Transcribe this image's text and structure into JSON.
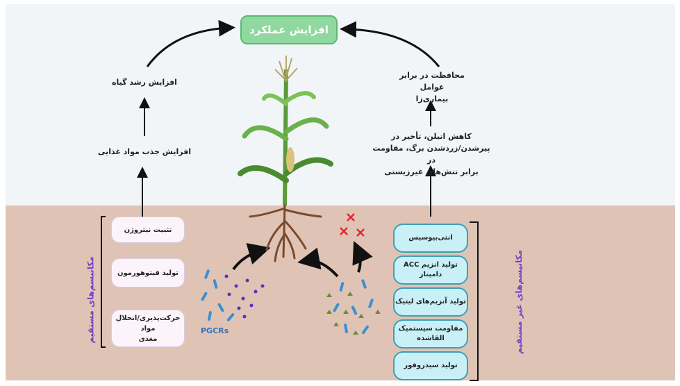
{
  "title": "افزایش عملکرد",
  "left_chain": {
    "top": "افزایش رشد گیاه",
    "mid": "افزایش جذب مواد غذایی"
  },
  "right_chain": {
    "top_line1": "محافظت در برابر عوامل",
    "top_line2": "بیماری‌زا",
    "mid_line1": "کاهش اتیلن، تأخیر در",
    "mid_line2": "پیرشدن/زردشدن برگ، مقاومت در",
    "mid_line3": "برابر تنش‌های غیرزیستی"
  },
  "direct_mechanisms": {
    "label": "مکانیسم‌های مستقیم",
    "items": [
      "تثبیت نیتروژن",
      "تولید فیتوهورمون",
      "حرکت‌پذیری/انحلال مواد",
      "مغذی"
    ]
  },
  "indirect_mechanisms": {
    "label": "مکانیسم‌های غیر مستقیم",
    "items": [
      "انتی‌بیوسیس",
      "تولید انزیم ACC دامیناز",
      "تولید آنزیم‌های لیتیک",
      "مقاومت سیستمیک",
      "القاشده",
      "تولید سیدروفور"
    ]
  },
  "bacteria_label": "PGCRs",
  "colors": {
    "title_fill": "#8fd9a0",
    "direct_pill": "#fdf4fb",
    "indirect_pill": "#c8f0f6",
    "mechanism_label": "#7a3fc4",
    "pathogen_x": "#e8262c"
  }
}
